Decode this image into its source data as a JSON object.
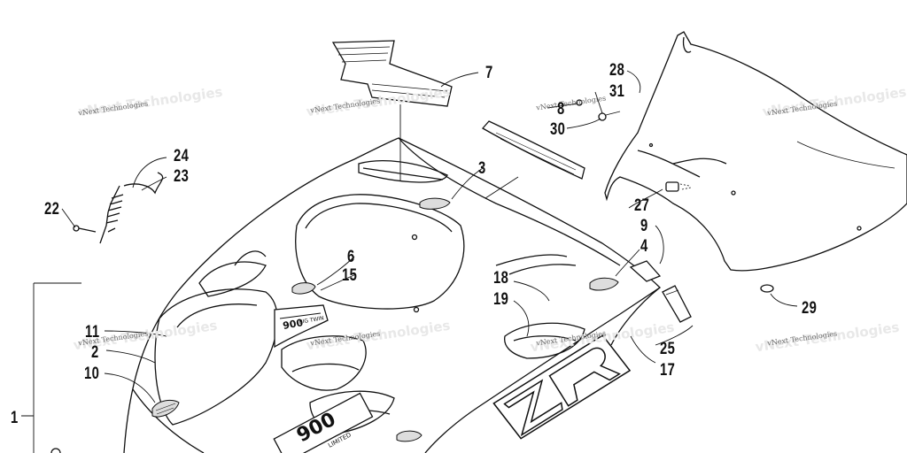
{
  "watermark": "vNext Technologies",
  "callouts": {
    "c1": "1",
    "c2": "2",
    "c3": "3",
    "c4": "4",
    "c6": "6",
    "c7": "7",
    "c8": "8",
    "c9": "9",
    "c10": "10",
    "c11": "11",
    "c15": "15",
    "c17": "17",
    "c18": "18",
    "c19": "19",
    "c22": "22",
    "c23": "23",
    "c24": "24",
    "c25": "25",
    "c27": "27",
    "c28": "28",
    "c29": "29",
    "c30": "30",
    "c31": "31"
  },
  "hood_decal": {
    "model": "900",
    "tag": "BIG TWIN"
  },
  "side_decal": {
    "model": "900",
    "tag": "LIMITED"
  },
  "logo_decal": "ZR",
  "colors": {
    "line": "#111111",
    "fill": "#ffffff",
    "watermark": "#666666"
  }
}
